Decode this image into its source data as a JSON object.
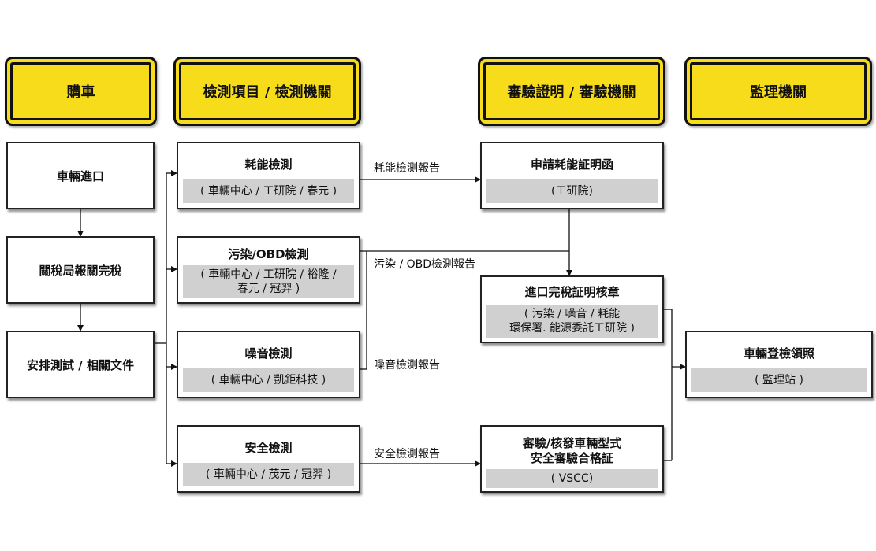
{
  "headers": {
    "purchase": "購車",
    "testing": "檢測項目 / 檢測機關",
    "certification": "審驗證明 / 審驗機關",
    "registration": "監理機關"
  },
  "purchase_steps": {
    "import": "車輛進口",
    "customs": "關稅局報關完稅",
    "arrange": "安排測試 / 相關文件"
  },
  "tests": {
    "energy": {
      "title": "耗能檢測",
      "agencies": "( 車輛中心 / 工研院 / 春元 )"
    },
    "pollution": {
      "title": "污染/OBD檢測",
      "agencies_line1": "( 車輛中心 / 工研院 /  裕隆 /",
      "agencies_line2": "春元 / 冠羿 )"
    },
    "noise": {
      "title": "噪音檢測",
      "agencies": "( 車輛中心 / 凱鉅科技 )"
    },
    "safety": {
      "title": "安全檢測",
      "agencies": "( 車輛中心 / 茂元 / 冠羿 )"
    }
  },
  "certificates": {
    "energy_letter": {
      "title": "申請耗能証明函",
      "agency": "(工研院)"
    },
    "import_tax": {
      "title": "進口完稅証明核章",
      "agency_line1": "( 污染 / 噪音 / 耗能",
      "agency_line2": "環保署. 能源委託工研院 )"
    },
    "vscc": {
      "title_line1": "審驗/核發車輛型式",
      "title_line2": "安全審驗合格証",
      "agency": "( VSCC)"
    }
  },
  "registration": {
    "title": "車輛登檢領照",
    "agency": "( 監理站 )"
  },
  "reports": {
    "energy": "耗能檢測報告",
    "pollution": "污染 / OBD檢測報告",
    "noise": "噪音檢測報告",
    "safety": "安全檢測報告"
  }
}
